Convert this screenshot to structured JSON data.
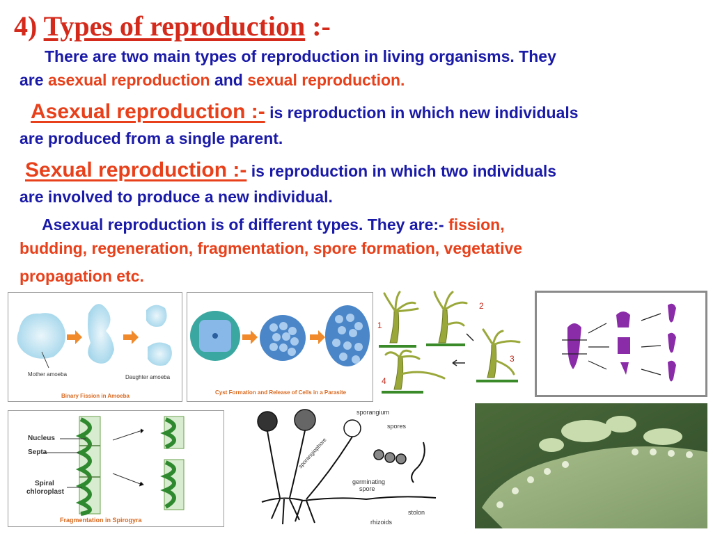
{
  "title": {
    "prefix": "4) ",
    "main": "Types of reproduction",
    "suffix": " :-"
  },
  "intro": {
    "line1": "There are two main types of reproduction in living organisms. They",
    "are": "are ",
    "asexual": "asexual reproduction",
    "and": " and ",
    "sexual": "sexual reproduction."
  },
  "asexual_def": {
    "term": "Asexual reproduction :-",
    "text1": " is reproduction in which new individuals",
    "text2": "are produced from a single parent."
  },
  "sexual_def": {
    "term": "Sexual reproduction :-",
    "text1": " is reproduction in which two individuals",
    "text2": "are involved to produce a new individual."
  },
  "types": {
    "lead": "Asexual reproduction is of different types. They are:- ",
    "t1": "fission,",
    "t2": "budding, regeneration, fragmentation, spore formation, vegetative",
    "t3": "propagation etc."
  },
  "figures": {
    "amoeba": {
      "mother": "Mother amoeba",
      "daughter": "Daughter amoeba",
      "caption": "Binary Fission in Amoeba"
    },
    "cyst": {
      "caption": "Cyst Formation and Release of Cells in a Parasite"
    },
    "hydra": {
      "n1": "1",
      "n2": "2",
      "n3": "3",
      "n4": "4"
    },
    "spirogyra": {
      "nucleus": "Nucleus",
      "septa": "Septa",
      "spiral": "Spiral",
      "chloroplast": "chloroplast",
      "caption": "Fragmentation in Spirogyra"
    },
    "rhizopus": {
      "sporangium": "sporangium",
      "spores": "spores",
      "sporangiophore": "sporangiophore",
      "germinating": "germinating",
      "spore": "spore",
      "stolon": "stolon",
      "rhizoids": "rhizoids"
    }
  },
  "colors": {
    "title": "#d42a1b",
    "body": "#1a1aa8",
    "highlight": "#e8401a"
  }
}
